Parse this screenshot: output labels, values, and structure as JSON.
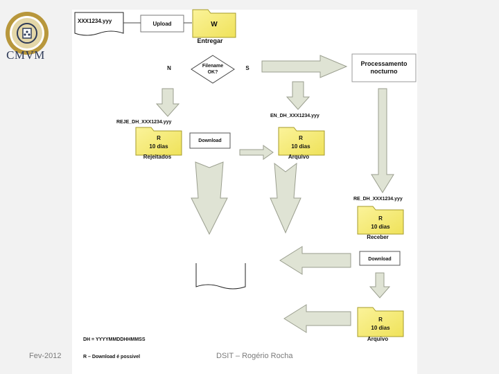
{
  "footer": {
    "date": "Fev-2012",
    "author": "DSIT – Rogério Rocha"
  },
  "logo": {
    "text": "CMVM",
    "colors": {
      "gold": "#b8973c",
      "navy": "#2e3a57"
    }
  },
  "diagram": {
    "doc_top_label": "XXX1234.yyy",
    "upload": "Upload",
    "w_folder": {
      "letter": "W",
      "caption": "Entregar"
    },
    "decision": {
      "line1": "Filename",
      "line2": "OK?",
      "no": "N",
      "yes": "S"
    },
    "processing": {
      "line1": "Processamento",
      "line2": "nocturno"
    },
    "rej_file": "REJE_DH_XXX1234.yyy",
    "en_file": "EN_DH_XXX1234.yyy",
    "re_file": "RE_DH_XXX1234.yyy",
    "folder_rej": {
      "letter": "R",
      "days": "10 dias",
      "caption": "Rejeitados"
    },
    "folder_arq1": {
      "letter": "R",
      "days": "10 dias",
      "caption": "Arquivo"
    },
    "folder_rec": {
      "letter": "R",
      "days": "10 dias",
      "caption": "Receber"
    },
    "folder_arq2": {
      "letter": "R",
      "days": "10 dias",
      "caption": "Arquivo"
    },
    "download": "Download",
    "legend_dh": "DH = YYYYMMDDHHMMSS",
    "legend_r": "R – Download é possivel",
    "colors": {
      "folder": "#f5ec73",
      "arrow": "#dfe3d4"
    }
  }
}
